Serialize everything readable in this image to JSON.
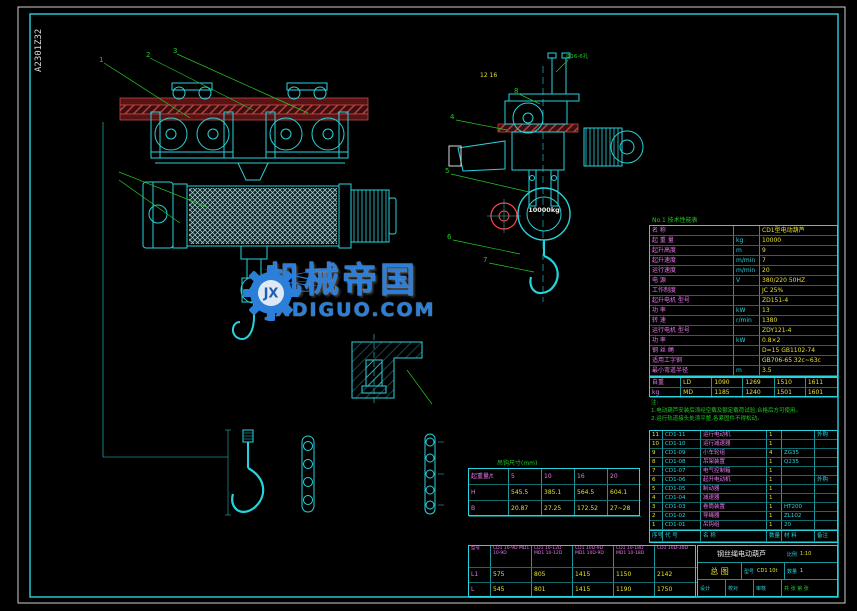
{
  "frame": {
    "drawing_no": "A2301Z32"
  },
  "load_label": "10000kg",
  "callouts": [
    "1",
    "2",
    "3",
    "4",
    "5",
    "6",
    "7",
    "8"
  ],
  "annotations": {
    "dim_top": "12 16",
    "bolt_note": "Φ16-6孔",
    "spec_caption": "No.1 技术性能表",
    "dims_caption": "吊钩尺寸(mm)"
  },
  "watermark": {
    "brand": "机械帝国",
    "domain": "JXDIGUO.COM",
    "monogram": "JX"
  },
  "colors": {
    "line": "#27d3dc",
    "leader_green": "#24c824",
    "label_magenta": "#e878e8",
    "value_yellow": "#e8e032",
    "beam_red": "#b03030",
    "marker_red": "#ff4747",
    "brand_blue": "#2b7fd9"
  },
  "spec_table": {
    "rows": [
      [
        "名  称",
        "",
        "CD1型电动葫芦"
      ],
      [
        "起 重 量",
        "kg",
        "10000"
      ],
      [
        "起升高度",
        "m",
        "9"
      ],
      [
        "起升速度",
        "m/min",
        "7"
      ],
      [
        "运行速度",
        "m/min",
        "20"
      ],
      [
        "电  源",
        "V",
        "380/220  50HZ"
      ],
      [
        "工作制度",
        "",
        "JC 25%"
      ],
      [
        "起升电机 型号",
        "",
        "ZD151-4"
      ],
      [
        "功  率",
        "kW",
        "13"
      ],
      [
        "转  速",
        "r/min",
        "1380"
      ],
      [
        "运行电机 型号",
        "",
        "ZDY121-4"
      ],
      [
        "功  率",
        "kW",
        "0.8×2"
      ],
      [
        "钢 丝 绳",
        "",
        "D=15 GB1102-74"
      ],
      [
        "适用工字钢",
        "",
        "GB706-65  32c~63c"
      ],
      [
        "最小弯道半径",
        "m",
        "3.5"
      ]
    ]
  },
  "weight_table": {
    "rows": [
      [
        "自重",
        "LD",
        "1090",
        "1269",
        "1510",
        "1611"
      ],
      [
        "kg",
        "MD",
        "1185",
        "1240",
        "1501",
        "1601"
      ]
    ]
  },
  "notes": [
    "注:",
    "1.电动葫芦安装后须经空载及额定载荷试验,合格后方可使用。",
    "2.运行轨道接头处须平整,各紧固件不得松动。"
  ],
  "parts_list": {
    "header": [
      "序号",
      "代 号",
      "名 称",
      "数量",
      "材 料",
      "备注"
    ],
    "rows": [
      [
        "11",
        "CD1-11",
        "运行电动机",
        "1",
        "",
        "外购"
      ],
      [
        "10",
        "CD1-10",
        "运行减速器",
        "1",
        "",
        ""
      ],
      [
        "9",
        "CD1-09",
        "小车轮组",
        "4",
        "ZG35",
        ""
      ],
      [
        "8",
        "CD1-08",
        "吊架装置",
        "1",
        "Q235",
        ""
      ],
      [
        "7",
        "CD1-07",
        "电气控制箱",
        "1",
        "",
        ""
      ],
      [
        "6",
        "CD1-06",
        "起升电动机",
        "1",
        "",
        "外购"
      ],
      [
        "5",
        "CD1-05",
        "制动器",
        "1",
        "",
        ""
      ],
      [
        "4",
        "CD1-04",
        "减速器",
        "1",
        "",
        ""
      ],
      [
        "3",
        "CD1-03",
        "卷筒装置",
        "1",
        "HT200",
        ""
      ],
      [
        "2",
        "CD1-02",
        "导绳器",
        "1",
        "ZL102",
        ""
      ],
      [
        "1",
        "CD1-01",
        "吊钩组",
        "1",
        "20",
        ""
      ]
    ]
  },
  "dims_table": {
    "rows": [
      [
        "起重量/t",
        "5",
        "10",
        "16",
        "20"
      ],
      [
        "H",
        "545.5",
        "385.1",
        "564.5",
        "604.1"
      ],
      [
        "B",
        "20.87",
        "27.25",
        "172.52",
        "27~28"
      ]
    ]
  },
  "model_table": {
    "rows": [
      [
        "型号",
        "CD1 10-9D MD1 10-9D",
        "CD1 10-12D MD1 10-12D",
        "CD1 10D-9D MD1 10D-9D",
        "CD1 10-18D MD1 10-18D",
        "CD1 10D-30D"
      ],
      [
        "L1",
        "575",
        "805",
        "1415",
        "1150",
        "2142"
      ],
      [
        "L",
        "545",
        "801",
        "1415",
        "1190",
        "1750"
      ]
    ]
  },
  "title_block": {
    "title": "钢丝绳电动葫芦",
    "subtitle": "总 图",
    "scale_label": "比例",
    "scale": "1:10",
    "model_label": "型号",
    "model": "CD1 10t",
    "qty_label": "数量",
    "qty": "1",
    "design_label": "设计",
    "check_label": "校对",
    "approve_label": "审核",
    "sheet": "共 张 第 张"
  }
}
